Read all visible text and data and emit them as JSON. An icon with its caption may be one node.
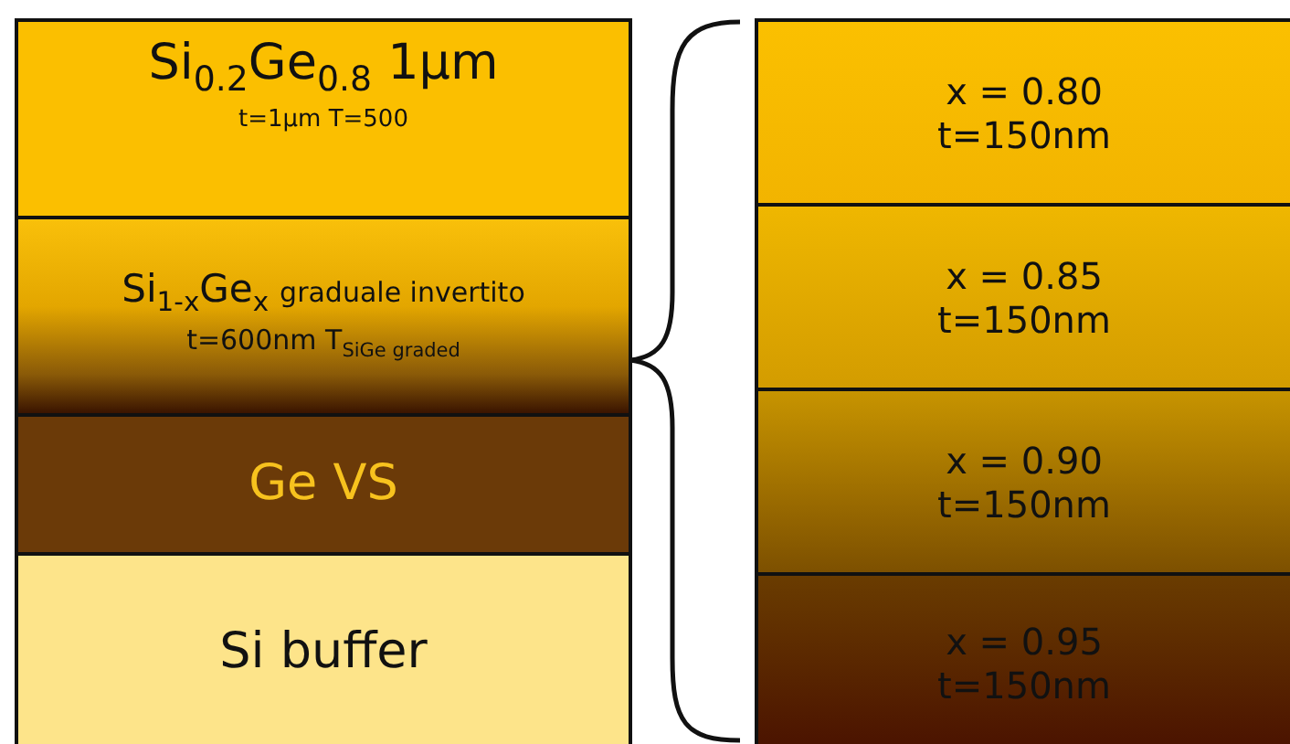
{
  "diagram": {
    "nodes": [
      {
        "text": [
          "Si$_{0.2}$Ge$_{0.8}$ 1μm",
          "t=1μm T=500"
        ]
      },
      {
        "text": [
          "Si$_{1-x}$Ge$_{x}$",
          "graduale invertito",
          "t=600nm T$_{SiGe graded}$"
        ]
      },
      {
        "text": [
          "Ge VS"
        ]
      },
      {
        "text": [
          "Si buffer"
        ]
      },
      {
        "text": [
          "x = 0.80",
          "t=150nm"
        ]
      },
      {
        "text": [
          "x = 0.85",
          "t=150nm"
        ]
      },
      {
        "text": [
          "x = 0.90",
          "t=150nm"
        ]
      },
      {
        "text": [
          "x = 0.95",
          "t=150nm"
        ]
      }
    ]
  }
}
